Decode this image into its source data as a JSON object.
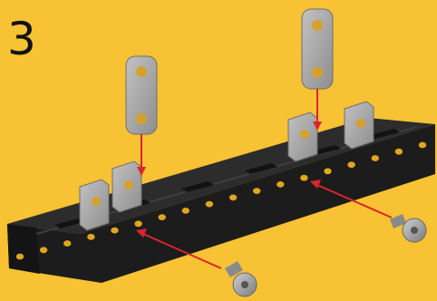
{
  "step": {
    "number": "3"
  },
  "colors": {
    "background": "#F7C233",
    "rail": "#1E1E1E",
    "rail_face": "#2B2B2B",
    "rail_highlight": "#444444",
    "hole": "#E2A51E",
    "part_metal": "#A7A7A7",
    "part_shadow": "#7D7D7D",
    "arrow": "#D9262A"
  },
  "parts": {
    "rail": "black-slotted-rail",
    "brackets": [
      "block-nut",
      "link-plate",
      "screw"
    ]
  }
}
